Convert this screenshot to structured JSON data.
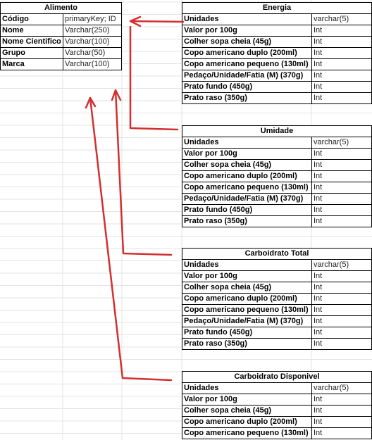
{
  "alimento": {
    "title": "Alimento",
    "rows": [
      {
        "key": "Código",
        "type": "primaryKey; ID"
      },
      {
        "key": "Nome",
        "type": "Varchar(250)"
      },
      {
        "key": "Nome Cientifico",
        "type": "Varchar(100)"
      },
      {
        "key": "Grupo",
        "type": "Varchar(50)"
      },
      {
        "key": "Marca",
        "type": "Varchar(100)"
      }
    ]
  },
  "energia": {
    "title": "Energia",
    "rows": [
      {
        "key": "Unidades",
        "type": "varchar(5)"
      },
      {
        "key": "Valor por 100g",
        "type": "Int"
      },
      {
        "key": "Colher sopa cheia (45g)",
        "type": "Int"
      },
      {
        "key": "Copo americano duplo (200ml)",
        "type": "Int"
      },
      {
        "key": "Copo americano pequeno (130ml)",
        "type": "Int"
      },
      {
        "key": "Pedaço/Unidade/Fatia (M) (370g)",
        "type": "Int"
      },
      {
        "key": "Prato fundo (450g)",
        "type": "Int"
      },
      {
        "key": "Prato raso (350g)",
        "type": "Int"
      }
    ]
  },
  "umidade": {
    "title": "Umidade",
    "rows": [
      {
        "key": "Unidades",
        "type": "varchar(5)"
      },
      {
        "key": "Valor por 100g",
        "type": "Int"
      },
      {
        "key": "Colher sopa cheia (45g)",
        "type": "Int"
      },
      {
        "key": "Copo americano duplo (200ml)",
        "type": "Int"
      },
      {
        "key": "Copo americano pequeno (130ml)",
        "type": "Int"
      },
      {
        "key": "Pedaço/Unidade/Fatia (M) (370g)",
        "type": "Int"
      },
      {
        "key": "Prato fundo (450g)",
        "type": "Int"
      },
      {
        "key": "Prato raso (350g)",
        "type": "Int"
      }
    ]
  },
  "carbo_total": {
    "title": "Carboidrato Total",
    "rows": [
      {
        "key": "Unidades",
        "type": "varchar(5)"
      },
      {
        "key": "Valor por 100g",
        "type": "Int"
      },
      {
        "key": "Colher sopa cheia (45g)",
        "type": "Int"
      },
      {
        "key": "Copo americano duplo (200ml)",
        "type": "Int"
      },
      {
        "key": "Copo americano pequeno (130ml)",
        "type": "Int"
      },
      {
        "key": "Pedaço/Unidade/Fatia (M) (370g)",
        "type": "Int"
      },
      {
        "key": "Prato fundo (450g)",
        "type": "Int"
      },
      {
        "key": "Prato raso (350g)",
        "type": "Int"
      }
    ]
  },
  "carbo_disponivel": {
    "title": "Carboidrato Disponivel",
    "rows": [
      {
        "key": "Unidades",
        "type": "varchar(5)"
      },
      {
        "key": "Valor por 100g",
        "type": "Int"
      },
      {
        "key": "Colher sopa cheia (45g)",
        "type": "Int"
      },
      {
        "key": "Copo americano duplo (200ml)",
        "type": "Int"
      },
      {
        "key": "Copo americano pequeno (130ml)",
        "type": "Int"
      }
    ]
  },
  "colors": {
    "arrow": "#d32f2f",
    "gridline": "#e3e3e3",
    "border": "#000000"
  }
}
